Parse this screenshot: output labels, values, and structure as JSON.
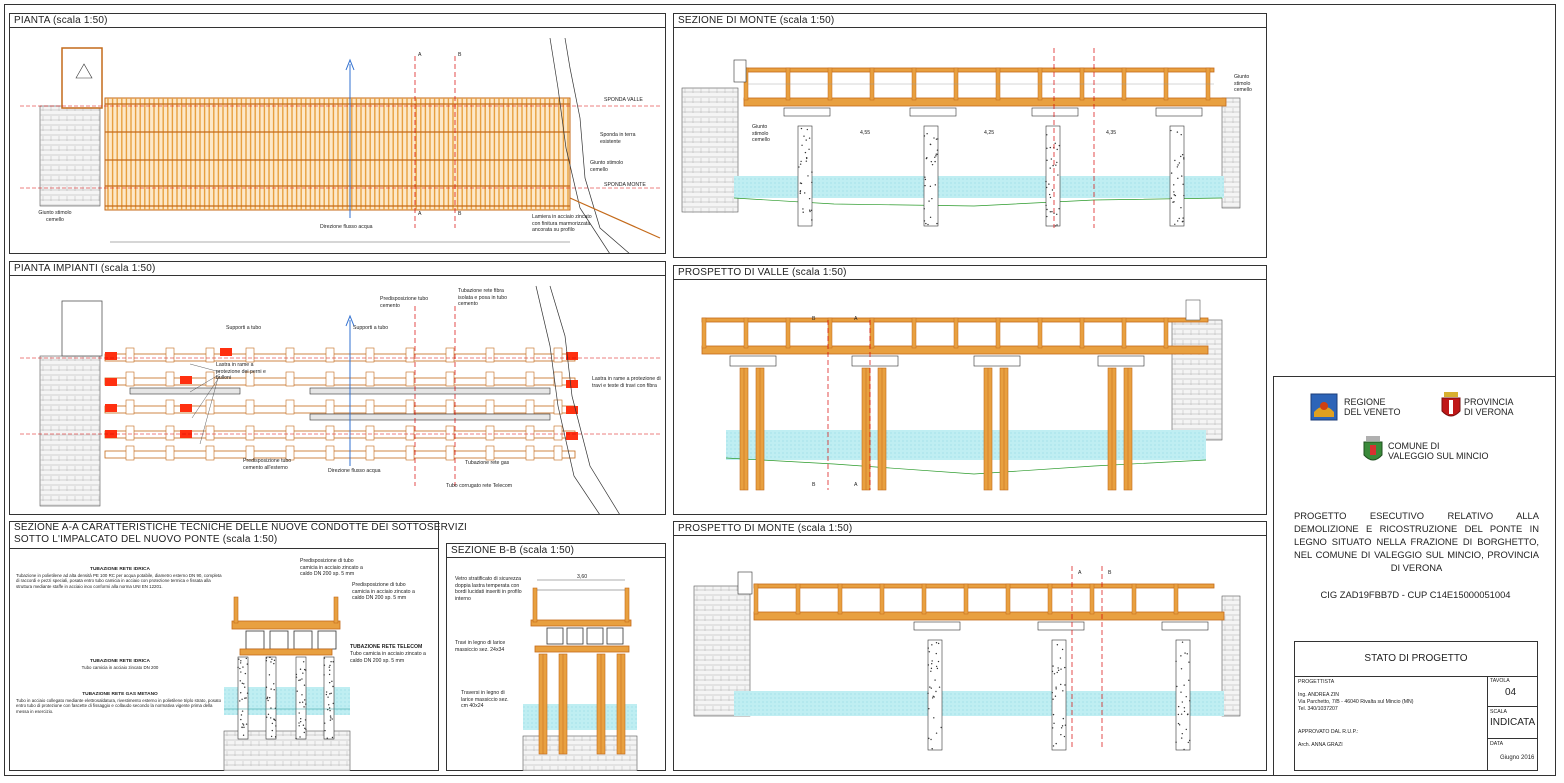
{
  "panels": {
    "pianta": "PIANTA (scala 1:50)",
    "pianta_impianti": "PIANTA IMPIANTI (scala 1:50)",
    "sezione_aa_line1": "SEZIONE A-A CARATTERISTICHE TECNICHE DELLE NUOVE CONDOTTE DEI SOTTOSERVIZI",
    "sezione_aa_line2": "SOTTO L'IMPALCATO DEL NUOVO PONTE (scala 1:50)",
    "sezione_bb": "SEZIONE B-B (scala 1:50)",
    "sezione_monte": "SEZIONE DI MONTE (scala 1:50)",
    "prospetto_valle": "PROSPETTO DI VALLE (scala 1:50)",
    "prospetto_monte": "PROSPETTO DI MONTE (scala 1:50)"
  },
  "pianta_labels": {
    "giunto_sx": "Giunto stimolo cemello",
    "direzione": "Direzione flusso acqua",
    "sponda": "Sponda in terra esistente",
    "giunto_dx": "Giunto stimolo cemello",
    "lamiera": "Lamiera in acciaio zincato con finitura marmorizzata ancorata su profilo",
    "sponda_valle": "SPONDA VALLE",
    "sponda_monte": "SPONDA MONTE",
    "sez_a": "A",
    "sez_b": "B"
  },
  "impianti_labels": {
    "supporti1": "Supporti a tubo",
    "supporti2": "Supporti a tubo",
    "predisp_tubo": "Predisposizione tubo cemento",
    "tubazione_fibra": "Tubazione rete fibra isolata e posa in tubo cemento",
    "lastra_sx": "Lastra in rame a protezione dei perni e bulloni",
    "lastra_dx": "Lastra in rame a protezione di travi e teste di travi con fibra",
    "predisp_gas": "Predisposizione tubo cemento all'esterno",
    "direzione": "Direzione flusso acqua",
    "tubazione_gas": "Tubazione rete gas",
    "tubo_telecom": "Tubo corrugato rete Telecom"
  },
  "sezione_aa_labels": {
    "spec_h1": "TUBAZIONE RETE IDRICA",
    "spec_t1": "Tubazione in polietilene ad alta densità PE 100 RC per acqua potabile, diametro esterno DN 90, completa di raccordi e pezzi speciali, posata entro tubo camicia in acciaio con protezione termica e fissata alla struttura mediante staffe in acciaio inox conformi alla norma UNI EN 12201.",
    "spec_h2": "TUBAZIONE RETE IDRICA",
    "spec_t2": "Tubo camicia in acciaio zincato DN 200",
    "spec_h3": "TUBAZIONE RETE GAS METANO",
    "spec_t3": "Tubo in acciaio collegato mediante elettrosaldatura, rivestimento esterno in polietilene triplo strato, posato entro tubo di protezione con fascette di fissaggio e collaudo secondo la normativa vigente prima della messa in esercizio.",
    "predisp_a": "Predisposizione di tubo camicia in acciaio zincato a caldo DN 200 sp. 5 mm",
    "predisp_b": "Predisposizione di tubo camicia in acciaio zincato a caldo DN 200 sp. 5 mm",
    "tubazione_telecom": "TUBAZIONE RETE TELECOM",
    "tubazione_telecom2": "Tubo camicia in acciaio zincato a caldo DN 200 sp. 5 mm"
  },
  "sezione_bb_labels": {
    "vetro": "Vetro stratificato di sicurezza doppia lastra temperata con bordi lucidati inseriti in profilo interno",
    "travi": "Travi in legno di larice massiccio sez. 24x34",
    "traversi": "Traversi in legno di larice massiccio sez. cm 40x24",
    "quota": "3,60"
  },
  "sezione_monte_labels": {
    "giunto_sx": "Giunto stimolo cemello",
    "giunto_dx": "Giunto stimolo cemello",
    "q1": "4,55",
    "q2": "4,25",
    "q3": "4,35"
  },
  "prospetto_labels": {
    "b": "B",
    "a": "A"
  },
  "titleblock": {
    "org1_l1": "REGIONE",
    "org1_l2": "DEL VENETO",
    "org2_l1": "PROVINCIA",
    "org2_l2": "DI VERONA",
    "org3_l1": "COMUNE DI",
    "org3_l2": "VALEGGIO SUL MINCIO",
    "description": "Progetto esecutivo relativo alla demolizione e ricostruzione del ponte in legno situato nella frazione di Borghetto, nel Comune di Valeggio sul Mincio, Provincia di Verona",
    "cig": "CIG ZAD19FBB7D - CUP C14E15000051004",
    "stato": "STATO DI PROGETTO",
    "progettista_h": "PROGETTISTA",
    "progettista_1": "Ing. ANDREA ZIN",
    "progettista_2": "Via Parchetto, 7/B - 46040 Rivalta sul Mincio (MN)",
    "progettista_3": "Tel. 340/1037207",
    "approvato_h": "APPROVATO DAL R.U.P.:",
    "approvato": "Arch. ANNA GRAZI",
    "tavola_h": "TAVOLA",
    "tavola": "04",
    "scala_h": "SCALA",
    "scala": "INDICATA",
    "data_h": "DATA",
    "data": "Giugno 2016"
  },
  "colors": {
    "timber": "#e8a040",
    "timber_dark": "#c46a1a",
    "water": "#8fd7e0",
    "red": "#d80000",
    "blue": "#3070d0",
    "stone": "#888888"
  }
}
